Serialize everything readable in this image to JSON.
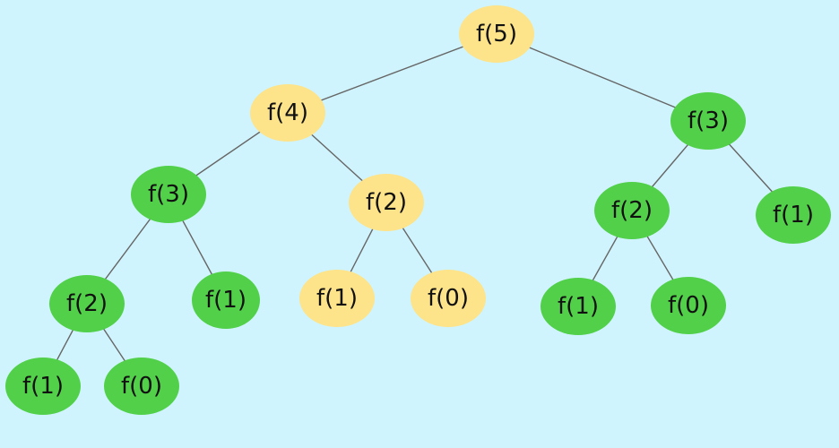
{
  "colors": {
    "background": "#d0f4fd",
    "yellow": "#fde38a",
    "green": "#52d04a",
    "edge": "#666666"
  },
  "nodes": [
    {
      "id": "n0",
      "label": "f(5)",
      "color": "yellow"
    },
    {
      "id": "n1",
      "label": "f(4)",
      "color": "yellow"
    },
    {
      "id": "n2",
      "label": "f(3)",
      "color": "green"
    },
    {
      "id": "n3",
      "label": "f(3)",
      "color": "green"
    },
    {
      "id": "n4",
      "label": "f(2)",
      "color": "yellow"
    },
    {
      "id": "n5",
      "label": "f(2)",
      "color": "green"
    },
    {
      "id": "n6",
      "label": "f(1)",
      "color": "green"
    },
    {
      "id": "n7",
      "label": "f(2)",
      "color": "green"
    },
    {
      "id": "n8",
      "label": "f(1)",
      "color": "green"
    },
    {
      "id": "n9",
      "label": "f(1)",
      "color": "yellow"
    },
    {
      "id": "n10",
      "label": "f(0)",
      "color": "yellow"
    },
    {
      "id": "n11",
      "label": "f(1)",
      "color": "green"
    },
    {
      "id": "n12",
      "label": "f(0)",
      "color": "green"
    },
    {
      "id": "n13",
      "label": "f(1)",
      "color": "green"
    },
    {
      "id": "n14",
      "label": "f(0)",
      "color": "green"
    }
  ],
  "edges": [
    [
      "n0",
      "n1"
    ],
    [
      "n0",
      "n3"
    ],
    [
      "n1",
      "n2"
    ],
    [
      "n1",
      "n4"
    ],
    [
      "n3",
      "n7"
    ],
    [
      "n3",
      "n6"
    ],
    [
      "n2",
      "n5"
    ],
    [
      "n2",
      "n8"
    ],
    [
      "n4",
      "n9"
    ],
    [
      "n4",
      "n10"
    ],
    [
      "n7",
      "n11"
    ],
    [
      "n7",
      "n12"
    ],
    [
      "n5",
      "n13"
    ],
    [
      "n5",
      "n14"
    ]
  ]
}
